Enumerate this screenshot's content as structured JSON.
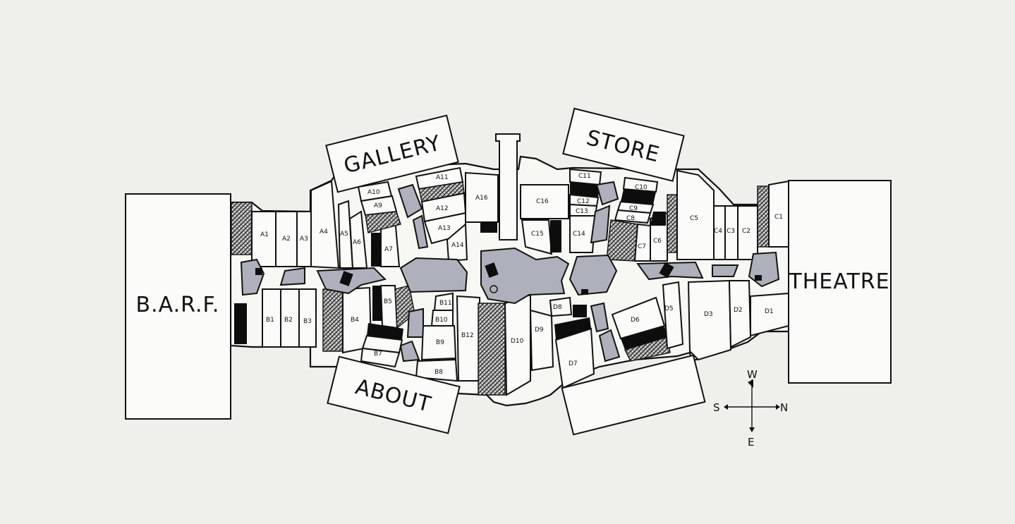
{
  "links": {
    "barf": "B.A.R.F.",
    "gallery": "GALLERY",
    "store": "STORE",
    "about": "ABOUT",
    "theatre": "THEATRE"
  },
  "compass": {
    "west": "W",
    "east": "E",
    "north": "N",
    "south": "S"
  },
  "units": {
    "a1": "A1",
    "a2": "A2",
    "a3": "A3",
    "a4": "A4",
    "a5": "A5",
    "a6": "A6",
    "a7": "A7",
    "a9": "A9",
    "a10": "A10",
    "a11": "A11",
    "a12": "A12",
    "a13": "A13",
    "a14": "A14",
    "a16": "A16",
    "b1": "B1",
    "b2": "B2",
    "b3": "B3",
    "b4": "B4",
    "b5": "B5",
    "b7": "B7",
    "b8": "B8",
    "b9": "B9",
    "b10": "B10",
    "b11": "B11",
    "b12": "B12",
    "c1": "C1",
    "c2": "C2",
    "c3": "C3",
    "c4": "C4",
    "c5": "C5",
    "c6": "C6",
    "c7": "C7",
    "c8": "C8",
    "c9": "C9",
    "c10": "C10",
    "c11": "C11",
    "c12": "C12",
    "c13": "C13",
    "c14": "C14",
    "c15": "C15",
    "c16": "C16",
    "d1": "D1",
    "d2": "D2",
    "d3": "D3",
    "d5": "D5",
    "d6": "D6",
    "d7": "D7",
    "d8": "D8",
    "d9": "D9",
    "d10": "D10"
  },
  "colors": {
    "paper": "#efefec",
    "plaza": "#aeb1bc",
    "ink": "#111111"
  }
}
